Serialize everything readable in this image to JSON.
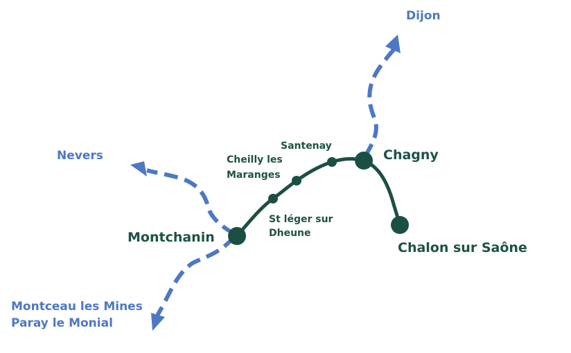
{
  "map": {
    "destinations": {
      "dijon": "Dijon",
      "nevers": "Nevers",
      "montceau": "Montceau les Mines",
      "paray": "Paray le Monial"
    },
    "stations": {
      "montchanin": "Montchanin",
      "st_leger_line1": "St léger sur",
      "st_leger_line2": "Dheune",
      "cheilly_line1": "Cheilly les",
      "cheilly_line2": "Maranges",
      "santenay": "Santenay",
      "chagny": "Chagny",
      "chalon": "Chalon sur Saône"
    },
    "colors": {
      "main_line": "#1b4f44",
      "branch_line": "#4d78c4",
      "destination_text": "#4d78c4",
      "station_text": "#1d5246"
    }
  }
}
